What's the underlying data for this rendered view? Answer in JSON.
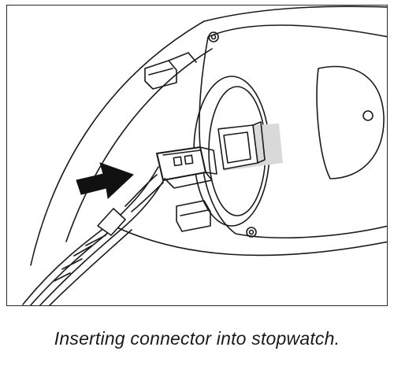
{
  "figure": {
    "caption": "Inserting connector into stopwatch.",
    "icons": [
      "stopwatch-housing-drawing",
      "wire-harness-connector",
      "insertion-arrow-icon"
    ],
    "colors": {
      "line": "#1a1a1a",
      "shade": "#d9d9d9",
      "arrow": "#111111"
    }
  }
}
